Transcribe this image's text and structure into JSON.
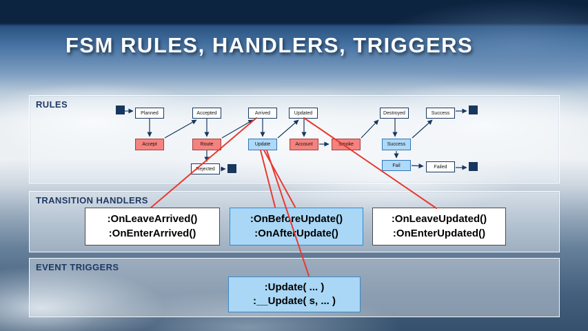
{
  "slide": {
    "title": "FSM RULES, HANDLERS, TRIGGERS"
  },
  "rules_panel": {
    "label": "RULES",
    "nodes": [
      {
        "id": "planned",
        "label": "Planned",
        "type": "state"
      },
      {
        "id": "accepted",
        "label": "Accepted",
        "type": "state"
      },
      {
        "id": "arrived",
        "label": "Arrived",
        "type": "state"
      },
      {
        "id": "updated",
        "label": "Updated",
        "type": "state"
      },
      {
        "id": "destroyed",
        "label": "Destroyed",
        "type": "state"
      },
      {
        "id": "success-state",
        "label": "Success",
        "type": "state"
      },
      {
        "id": "accept",
        "label": "Accept",
        "type": "handler-red"
      },
      {
        "id": "route",
        "label": "Route",
        "type": "handler-red"
      },
      {
        "id": "update",
        "label": "Update",
        "type": "handler-blue"
      },
      {
        "id": "account",
        "label": "Account",
        "type": "handler-red"
      },
      {
        "id": "smoke",
        "label": "Smoke",
        "type": "handler-red"
      },
      {
        "id": "success-transition",
        "label": "Success",
        "type": "handler-blue"
      },
      {
        "id": "rejected",
        "label": "Rejected",
        "type": "state"
      },
      {
        "id": "fail",
        "label": "Fail",
        "type": "handler-blue"
      },
      {
        "id": "failed",
        "label": "Failed",
        "type": "state"
      }
    ]
  },
  "handlers_panel": {
    "label": "TRANSITION HANDLERS",
    "boxes": [
      {
        "style": "white",
        "line1": ":OnLeaveArrived()",
        "line2": ":OnEnterArrived()"
      },
      {
        "style": "blue",
        "line1": ":OnBeforeUpdate()",
        "line2": ":OnAfterUpdate()"
      },
      {
        "style": "white",
        "line1": ":OnLeaveUpdated()",
        "line2": ":OnEnterUpdated()"
      }
    ]
  },
  "triggers_panel": {
    "label": "EVENT TRIGGERS",
    "box": {
      "style": "blue",
      "line1": ":Update( ... )",
      "line2": ":__Update( s, ... )"
    }
  },
  "colors": {
    "connector_navy": "#17375e",
    "connector_red": "#e8392f",
    "state_fill": "#ffffff",
    "red_fill": "#f4827e",
    "blue_fill": "#aed9f8",
    "panel_label": "#1f3864"
  }
}
